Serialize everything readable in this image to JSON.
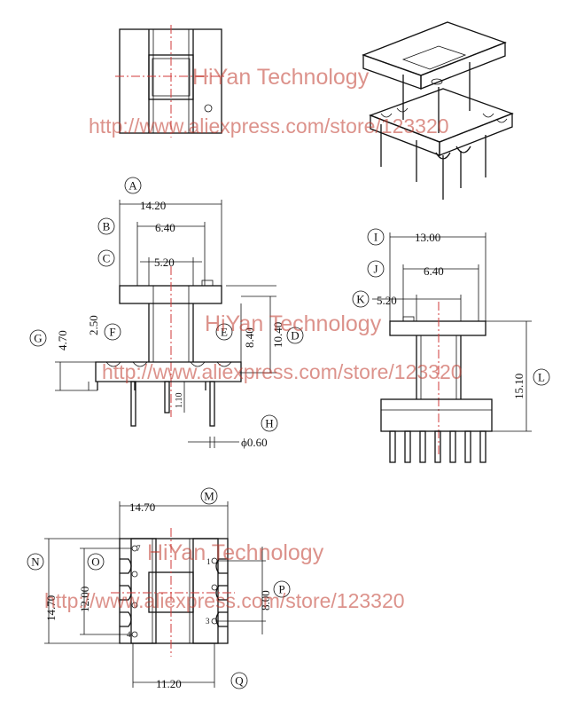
{
  "dimensions": {
    "A": "14.20",
    "B": "6.40",
    "C": "5.20",
    "D": "10.40",
    "E": "8.40",
    "F": "2.50",
    "G": "4.70",
    "H": "ϕ0.60",
    "pin_gap": "1.10",
    "I": "13.00",
    "J": "6.40",
    "K": "5.20",
    "L": "15.10",
    "M": "14.70",
    "N": "14.70",
    "O": "12.00",
    "P": "8.00",
    "Q": "11.20"
  },
  "labels": {
    "A": "A",
    "B": "B",
    "C": "C",
    "D": "D",
    "E": "E",
    "F": "F",
    "G": "G",
    "H": "H",
    "I": "I",
    "J": "J",
    "K": "K",
    "L": "L",
    "M": "M",
    "N": "N",
    "O": "O",
    "P": "P",
    "Q": "Q"
  },
  "pins": {
    "p1": "1",
    "p3": "3",
    "p4": "4",
    "p7": "7"
  },
  "watermark": {
    "brand": "HiYan Technology",
    "url": "http://www.aliexpress.com/store/123320"
  },
  "colors": {
    "watermark": "#c0392b",
    "centerline": "#d23a3a",
    "line": "#111111"
  }
}
